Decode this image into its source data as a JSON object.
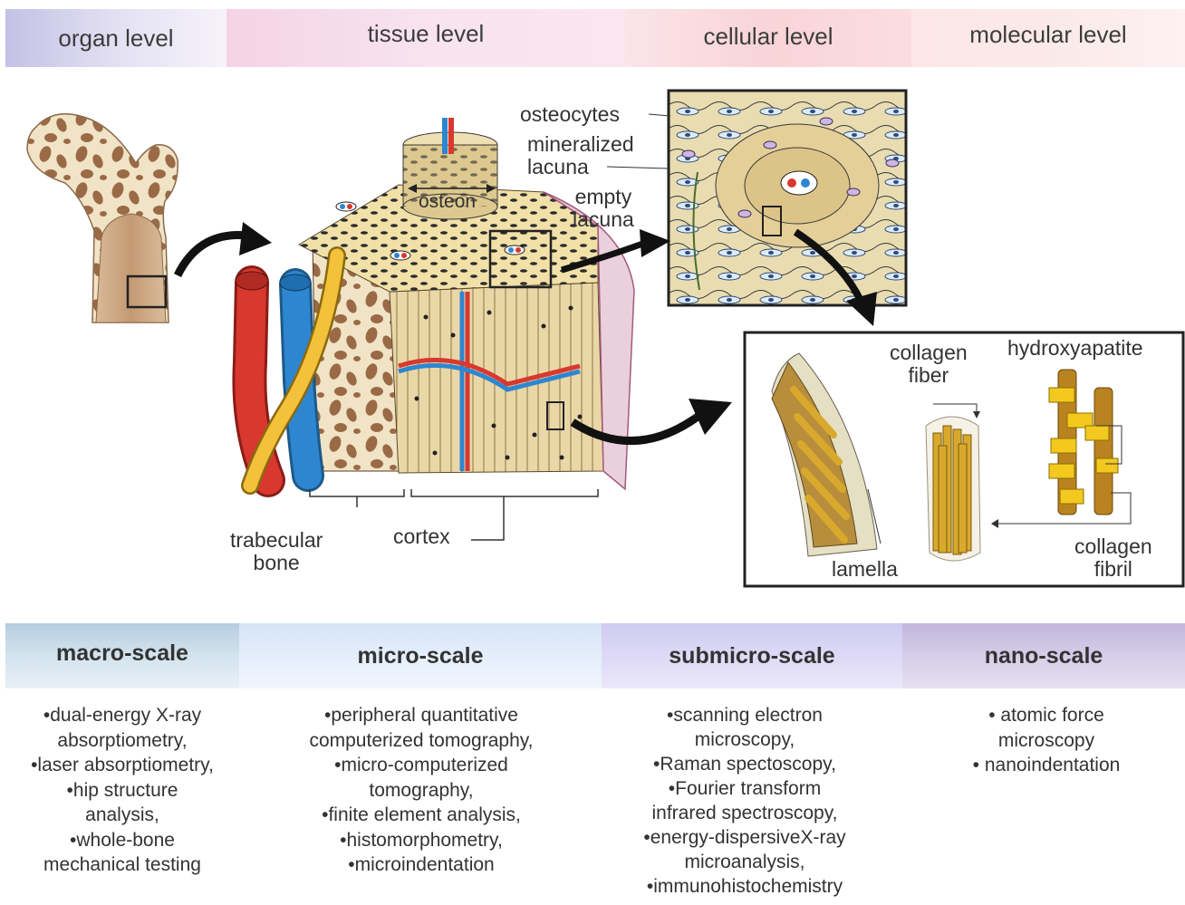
{
  "levels": [
    "organ level",
    "tissue level",
    "cellular level",
    "molecular level"
  ],
  "labels": {
    "osteon": "osteon",
    "osteocytes": "osteocytes",
    "mineralized_lacuna": [
      "mineralized",
      "lacuna"
    ],
    "empty_lacuna": [
      "empty",
      "lacuna"
    ],
    "trabecular_bone": [
      "trabecular",
      "bone"
    ],
    "cortex": "cortex",
    "collagen_fiber": [
      "collagen",
      "fiber"
    ],
    "hydroxyapatite": "hydroxyapatite",
    "collagen_fibril": [
      "collagen",
      "fibril"
    ],
    "lamella": "lamella"
  },
  "scales": [
    "macro-scale",
    "micro-scale",
    "submicro-scale",
    "nano-scale"
  ],
  "methods": {
    "macro": [
      "•dual-energy X-ray",
      "absorptiometry,",
      "•laser absorptiometry,",
      "•hip structure",
      "analysis,",
      "•whole-bone",
      "mechanical testing"
    ],
    "micro": [
      "•peripheral quantitative",
      "computerized tomography,",
      "•micro-computerized",
      "tomography,",
      "•finite element analysis,",
      "•histomorphometry,",
      "•microindentation"
    ],
    "submicro": [
      "•scanning electron",
      "microscopy,",
      "•Raman spectoscopy,",
      "•Fourier transform",
      "infrared spectroscopy,",
      "•energy-dispersiveX-ray",
      "microanalysis,",
      "•immunohistochemistry"
    ],
    "nano": [
      "• atomic force",
      "microscopy",
      "• nanoindentation"
    ]
  },
  "colors": {
    "organ_band": "#c9c6e6",
    "tissue_band": "#f6d7e6",
    "cellular_band": "#f9d3d6",
    "molecular_band": "#fbe4e4",
    "macro_band": "#c3d8e6",
    "micro_band": "#dde9fa",
    "submicro_band": "#d8d4f4",
    "nano_band": "#cfc6e4",
    "bone_beige": "#efdfae",
    "artery": "#d8382e",
    "vein": "#2e86d1",
    "nerve": "#f3c13a",
    "collagen_gold": "#c99a1e"
  }
}
